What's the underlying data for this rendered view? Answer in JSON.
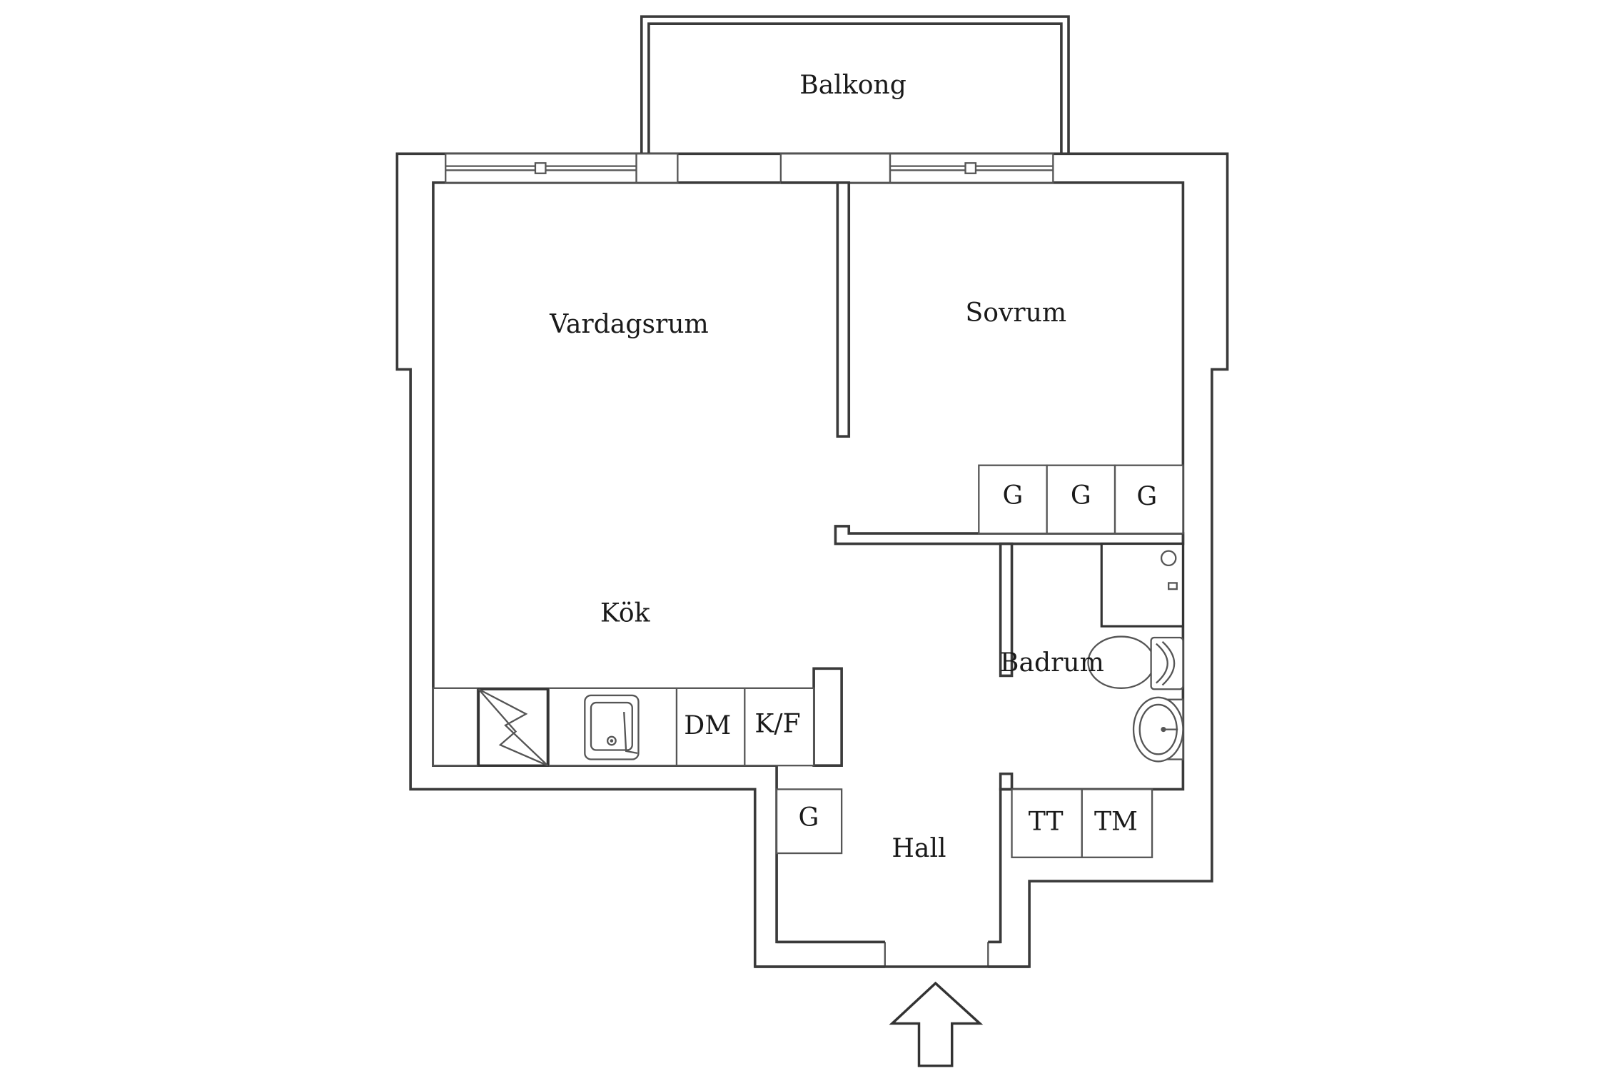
{
  "rooms": {
    "balcony": "Balkong",
    "living_room": "Vardagsrum",
    "bedroom": "Sovrum",
    "kitchen": "Kök",
    "bathroom": "Badrum",
    "hall": "Hall"
  },
  "fixtures": {
    "wardrobe": "G",
    "dishwasher": "DM",
    "fridge_freezer": "K/F",
    "dryer": "TT",
    "washing_machine": "TM"
  },
  "colors": {
    "line": "#3a3a3a",
    "background": "#ffffff"
  }
}
